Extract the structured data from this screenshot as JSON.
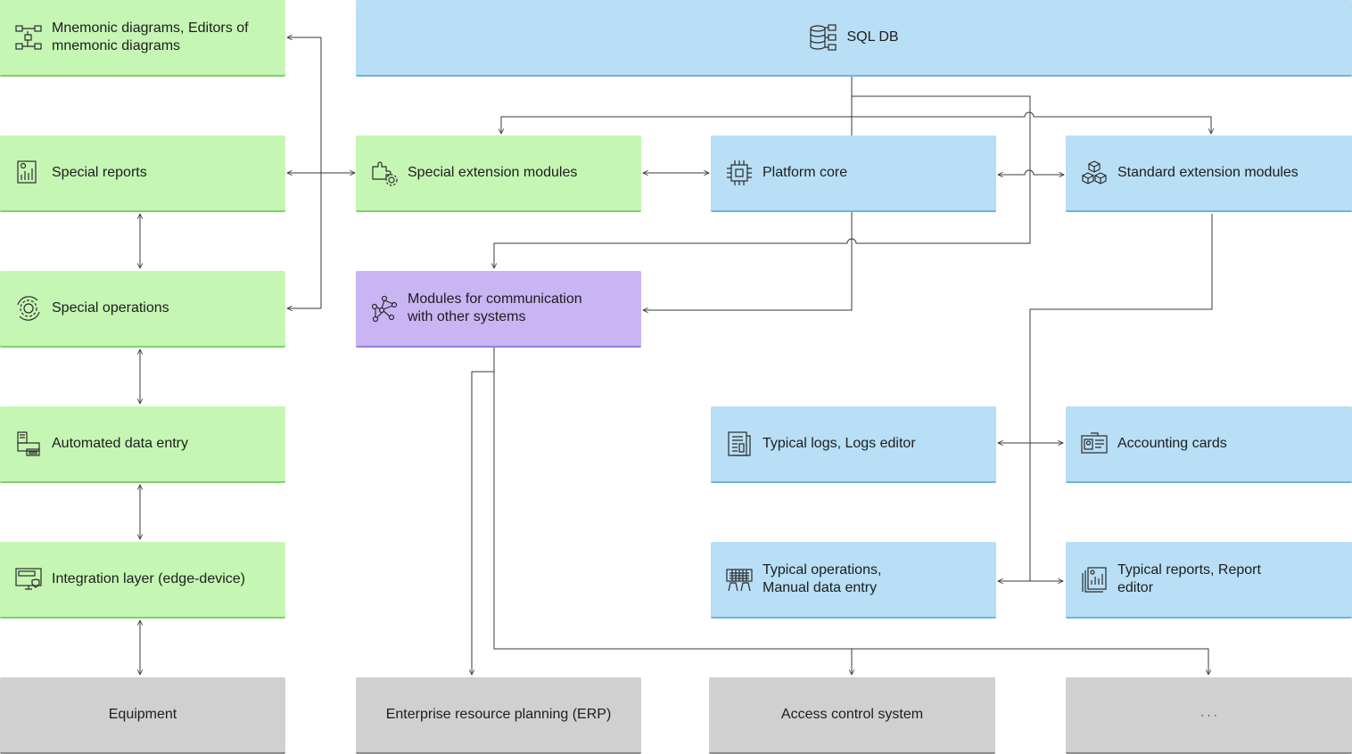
{
  "nodes": {
    "mnemonic": "Mnemonic diagrams, Editors of mnemonic diagrams",
    "special_reports": "Special reports",
    "special_operations": "Special operations",
    "automated_entry": "Automated data entry",
    "integration_layer": "Integration layer (edge-device)",
    "equipment": "Equipment",
    "sql_db": "SQL DB",
    "special_ext": "Special extension modules",
    "platform_core": "Platform core",
    "standard_ext": "Standard extension modules",
    "comm_modules": "Modules for communication with other systems",
    "typical_logs": "Typical logs, Logs editor",
    "accounting_cards": "Accounting cards",
    "typical_ops": "Typical operations, Manual data entry",
    "typical_reports": "Typical reports, Report editor",
    "erp": "Enterprise resource planning (ERP)",
    "access_control": "Access control system",
    "more": "· · ·"
  },
  "colors": {
    "green": "#c6f6b4",
    "blue": "#b8dff5",
    "purple": "#c9b4f4",
    "gray": "#d0d0d0",
    "line": "#3a3a3a"
  },
  "icons": {
    "mnemonic": "flowchart-icon",
    "special_reports": "report-chart-icon",
    "special_operations": "gear-cycle-icon",
    "automated_entry": "printer-icon",
    "integration_layer": "monitor-https-icon",
    "sql_db": "database-icon",
    "special_ext": "puzzle-gear-icon",
    "platform_core": "chip-icon",
    "standard_ext": "cubes-icon",
    "comm_modules": "network-icon",
    "typical_logs": "log-document-icon",
    "accounting_cards": "id-card-icon",
    "typical_ops": "keyboard-hands-icon",
    "typical_reports": "report-stack-icon"
  }
}
